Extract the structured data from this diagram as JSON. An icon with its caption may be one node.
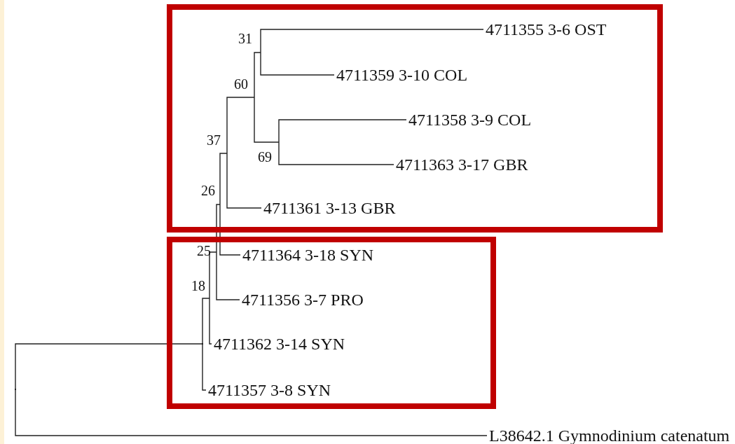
{
  "diagram": {
    "nodes": [
      {
        "text": [],
        "shape": "box"
      },
      {
        "text": [
          "31"
        ],
        "in": 0
      },
      {
        "text": [
          "4711355 3-6 OST"
        ],
        "in": 0
      },
      {
        "text": [
          "4711359 3-10 COL"
        ],
        "in": 0
      },
      {
        "text": [
          "60"
        ],
        "in": 0
      },
      {
        "text": [
          "4711358 3-9 COL"
        ],
        "in": 0
      },
      {
        "text": [
          "37"
        ],
        "in": 0
      },
      {
        "text": [
          "69"
        ],
        "in": 0
      },
      {
        "text": [
          "4711363 3-17 GBR"
        ],
        "in": 0
      },
      {
        "text": [
          "26"
        ],
        "in": 0
      },
      {
        "text": [
          "4711361 3-13 GBR"
        ],
        "in": 0
      },
      {
        "text": [],
        "shape": "box"
      },
      {
        "text": [
          "25"
        ],
        "in": 11
      },
      {
        "text": [
          "4711364 3-18 SYN"
        ],
        "in": 11
      },
      {
        "text": [
          "18"
        ],
        "in": 11
      },
      {
        "text": [
          "4711356 3-7 PRO"
        ],
        "in": 11
      },
      {
        "text": [],
        "shape": "point",
        "in": 11
      },
      {
        "text": [
          "4711362 3-14 SYN"
        ],
        "in": 11
      },
      {
        "text": [
          "4711357 3-8 SYN"
        ],
        "in": 11
      },
      {
        "text": [],
        "shape": "point"
      },
      {
        "text": [
          "L38642.1 Gymnodinium catenatum"
        ]
      }
    ],
    "edges": [
      {
        "from": 19,
        "to": 16,
        "arrow": "none"
      },
      {
        "from": 19,
        "to": 20,
        "arrow": "none"
      },
      {
        "from": 16,
        "to": 14,
        "arrow": "none"
      },
      {
        "from": 16,
        "to": 18,
        "arrow": "none"
      },
      {
        "from": 14,
        "to": 12,
        "arrow": "none"
      },
      {
        "from": 14,
        "to": 17,
        "arrow": "none"
      },
      {
        "from": 12,
        "to": 9,
        "arrow": "none"
      },
      {
        "from": 12,
        "to": 15,
        "arrow": "none"
      },
      {
        "from": 9,
        "to": 6,
        "arrow": "none"
      },
      {
        "from": 9,
        "to": 13,
        "arrow": "none"
      },
      {
        "from": 6,
        "to": 4,
        "arrow": "none"
      },
      {
        "from": 6,
        "to": 10,
        "arrow": "none"
      },
      {
        "from": 4,
        "to": 1,
        "arrow": "none"
      },
      {
        "from": 4,
        "to": 7,
        "arrow": "none"
      },
      {
        "from": 1,
        "to": 2,
        "arrow": "none"
      },
      {
        "from": 1,
        "to": 3,
        "arrow": "none"
      },
      {
        "from": 7,
        "to": 5,
        "arrow": "none"
      },
      {
        "from": 7,
        "to": 8,
        "arrow": "none"
      }
    ]
  }
}
